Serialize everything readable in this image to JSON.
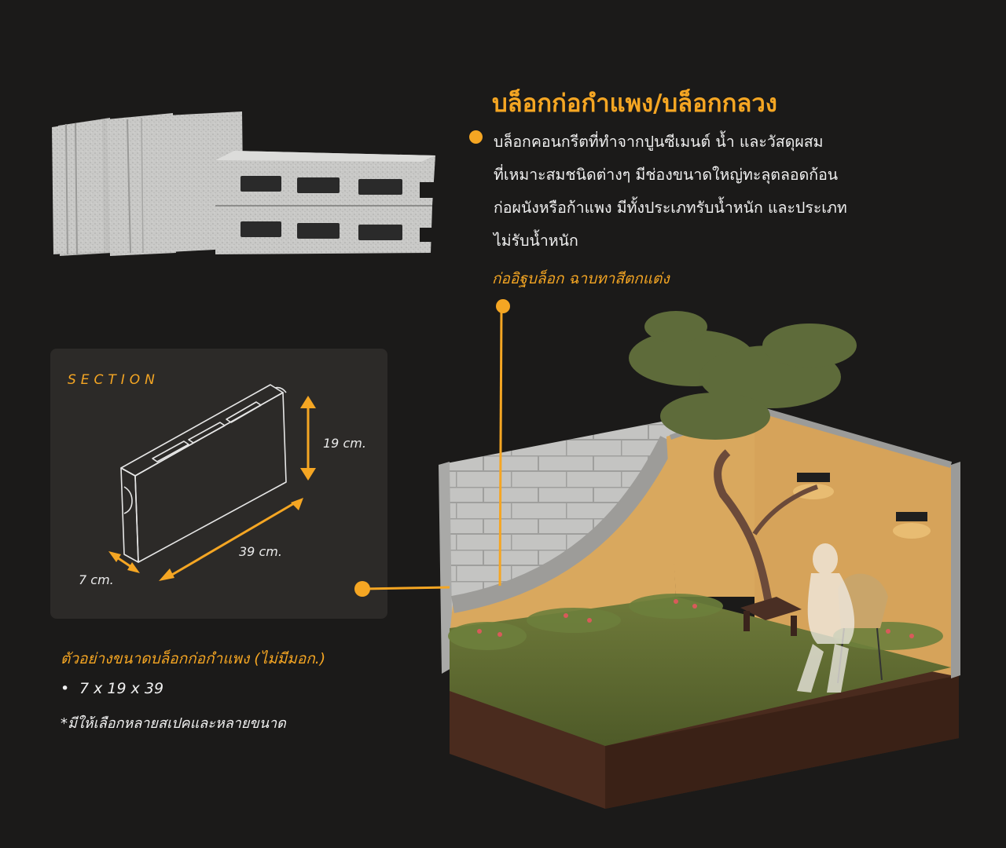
{
  "header": {
    "title": "บล็อกก่อกำแพง/บล็อกกลวง",
    "description_lines": [
      "บล็อกคอนกรีตที่ทำจากปูนซีเมนต์ น้ำ และวัสดุผสม",
      "ที่เหมาะสมชนิดต่างๆ มีช่องขนาดใหญ่ทะลุตลอดก้อน",
      "ก่อผนังหรือก้าแพง มีทั้งประเภทรับน้ำหนัก และประเภท",
      "ไม่รับน้ำหนัก"
    ]
  },
  "callout": {
    "label": "ก่ออิฐบล็อก ฉาบทาสีตกแต่ง"
  },
  "section": {
    "label": "SECTION",
    "height_label": "19 cm.",
    "length_label": "39 cm.",
    "width_label": "7 cm."
  },
  "sizes": {
    "heading": "ตัวอย่างขนาดบล็อกก่อกำแพง (ไม่มีมอก.)",
    "items": [
      "7 x 19 x 39"
    ],
    "note": "*มีให้เลือกหลายสเปคและหลายขนาด"
  },
  "colors": {
    "accent": "#f5a623",
    "background": "#1b1a19",
    "panel": "#2c2a28",
    "wall_paint": "#d9a85e"
  },
  "icons": {
    "bullet": "orange-dot",
    "dimension_arrows": "double-headed-arrow"
  }
}
